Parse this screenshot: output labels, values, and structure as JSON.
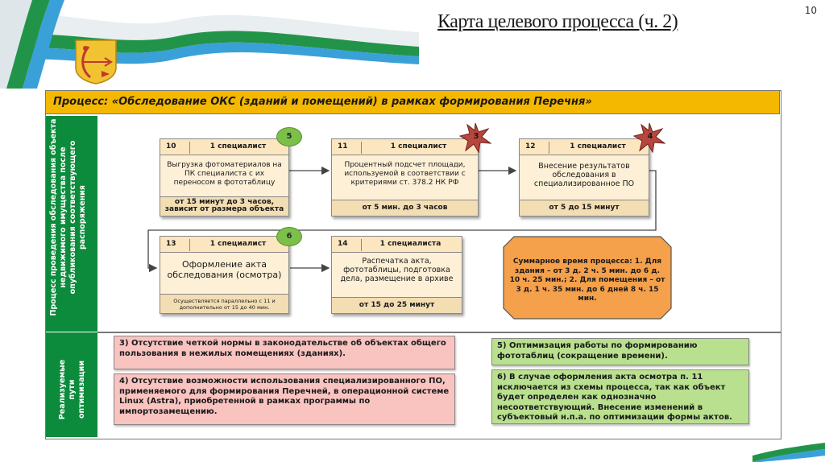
{
  "page_number": "10",
  "slide_title": "Карта целевого процесса (ч. 2)",
  "process_title": "Процесс: «Обследование ОКС (зданий и помещений) в рамках формирования Перечня»",
  "side_labels": {
    "top": "Процесс проведения обследования объекта недвижимого имущества после опубликования соответствующего распоряжения",
    "bottom": "Реализуемые пути оптимизации"
  },
  "steps": [
    {
      "num": "10",
      "spec": "1 специалист",
      "body": "Выгрузка фотоматериалов на ПК специалиста с их переносом в фототаблицу",
      "time": "от 15 минут до 3 часов, зависит от размера объекта",
      "badge": "5",
      "badge_type": "circle"
    },
    {
      "num": "11",
      "spec": "1 специалист",
      "body": "Процентный подсчет площади, используемой в соответствии с критериями ст. 378.2 НК РФ",
      "time": "от 5 мин. до 3 часов",
      "badge": "3",
      "badge_type": "star"
    },
    {
      "num": "12",
      "spec": "1 специалист",
      "body": "Внесение результатов обследования в специализированное ПО",
      "time": "от 5 до 15 минут",
      "badge": "4",
      "badge_type": "star"
    },
    {
      "num": "13",
      "spec": "1 специалист",
      "body": "Оформление акта обследования (осмотра)",
      "time": "Осуществляется параллельно с 11 и дополнительно от 15 до 40 мин.",
      "badge": "6",
      "badge_type": "circle"
    },
    {
      "num": "14",
      "spec": "1 специалиста",
      "body": "Распечатка акта, фототаблицы, подготовка дела, размещение в архиве",
      "time": "от 15 до 25 минут",
      "badge": "",
      "badge_type": "none"
    }
  ],
  "summary": "Суммарное время процесса: 1. Для здания – от 3 д. 2 ч. 5 мин. до 6 д. 10 ч. 25 мин.; 2. Для помещения – от 3 д. 1 ч. 35 мин. до 6 дней 8 ч. 15 мин.",
  "issues": [
    {
      "text": "3) Отсутствие четкой нормы в законодательстве об объектах общего пользования в нежилых помещениях (зданиях).",
      "color": "#f9c3c0"
    },
    {
      "text": "4) Отсутствие возможности использования специализированного ПО, применяемого для формирования Перечней, в операционной системе Linux (Astra), приобретенной в рамках программы по импортозамещению.",
      "color": "#f9c3c0"
    },
    {
      "text": "5) Оптимизация работы по формированию фототаблиц (сокращение времени).",
      "color": "#b9e08e"
    },
    {
      "text": "6) В случае оформления акта осмотра п. 11 исключается из схемы процесса, так как объект будет определен как однозначно несоответствующий. Внесение изменений в субъектовый н.п.а. по оптимизации формы актов.",
      "color": "#b9e08e"
    }
  ],
  "colors": {
    "header": "#f5b800",
    "side": "#0c8b3c",
    "summary": "#f5a04a",
    "card": "#fdf0d6"
  },
  "icons": [
    "regional-coat-of-arms",
    "flag-ribbon"
  ]
}
